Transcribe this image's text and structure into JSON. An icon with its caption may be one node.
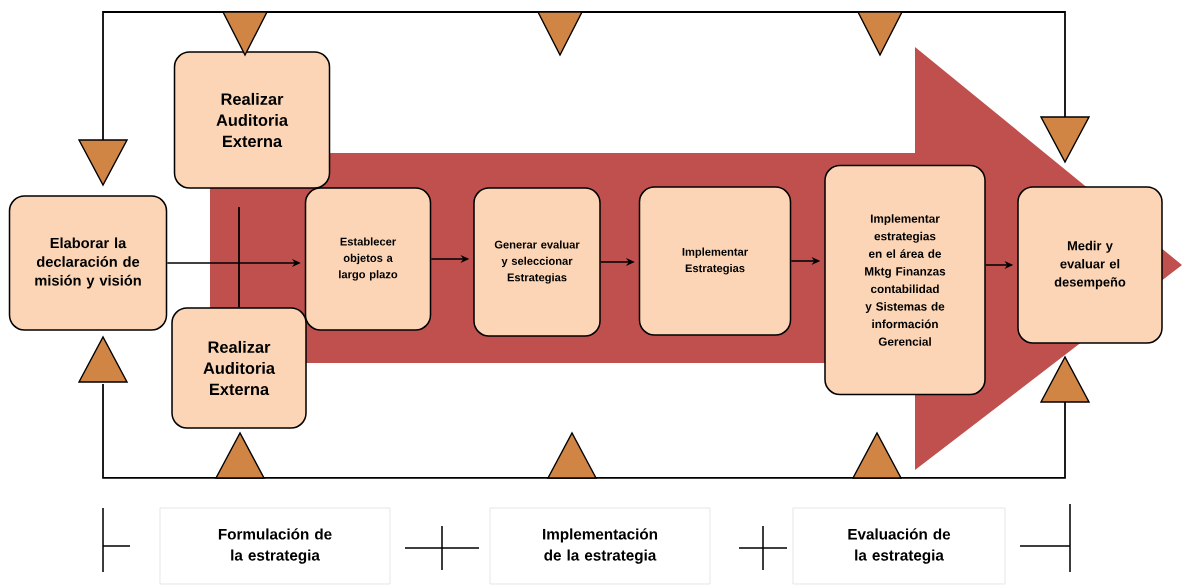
{
  "diagram": {
    "nodes": [
      {
        "text": [
          "Elaborar la declaración de misión y visión"
        ]
      },
      {
        "text": [
          "Realizar Auditoria Externa"
        ]
      },
      {
        "text": [
          "Realizar Auditoria Externa"
        ]
      },
      {
        "text": [
          "Establecer objetos a largo plazo"
        ]
      },
      {
        "text": [
          "Generar evaluar y seleccionar Estrategias"
        ]
      },
      {
        "text": [
          "Implementar Estrategias"
        ]
      },
      {
        "text": [
          "Implementar estrategias en el área de Mktg Finanzas contabilidad y Sistemas de información Gerencial"
        ]
      },
      {
        "text": [
          "Medir y evaluar el desempeño"
        ]
      },
      {
        "text": [
          "Formulación de la estrategia"
        ]
      },
      {
        "text": [
          "Implementación de la estrategia"
        ]
      },
      {
        "text": [
          "Evaluación de la estrategia"
        ]
      }
    ],
    "edges": [
      {
        "from": 0,
        "to": 3,
        "arrow": "to"
      },
      {
        "from": 1,
        "to": 2,
        "arrow": "none"
      },
      {
        "from": 3,
        "to": 4,
        "arrow": "to"
      },
      {
        "from": 4,
        "to": 5,
        "arrow": "to"
      },
      {
        "from": 5,
        "to": 6,
        "arrow": "to"
      },
      {
        "from": 6,
        "to": 7,
        "arrow": "to"
      },
      {
        "from": 7,
        "to": 0,
        "arrow": "both"
      },
      {
        "from": 7,
        "to": 0,
        "arrow": "both"
      }
    ]
  }
}
